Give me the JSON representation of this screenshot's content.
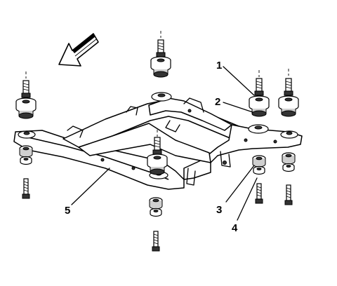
{
  "callouts": {
    "c1": "1",
    "c2": "2",
    "c3": "3",
    "c4": "4",
    "c5": "5"
  },
  "icons": {
    "direction": "front-direction-arrow-icon"
  }
}
